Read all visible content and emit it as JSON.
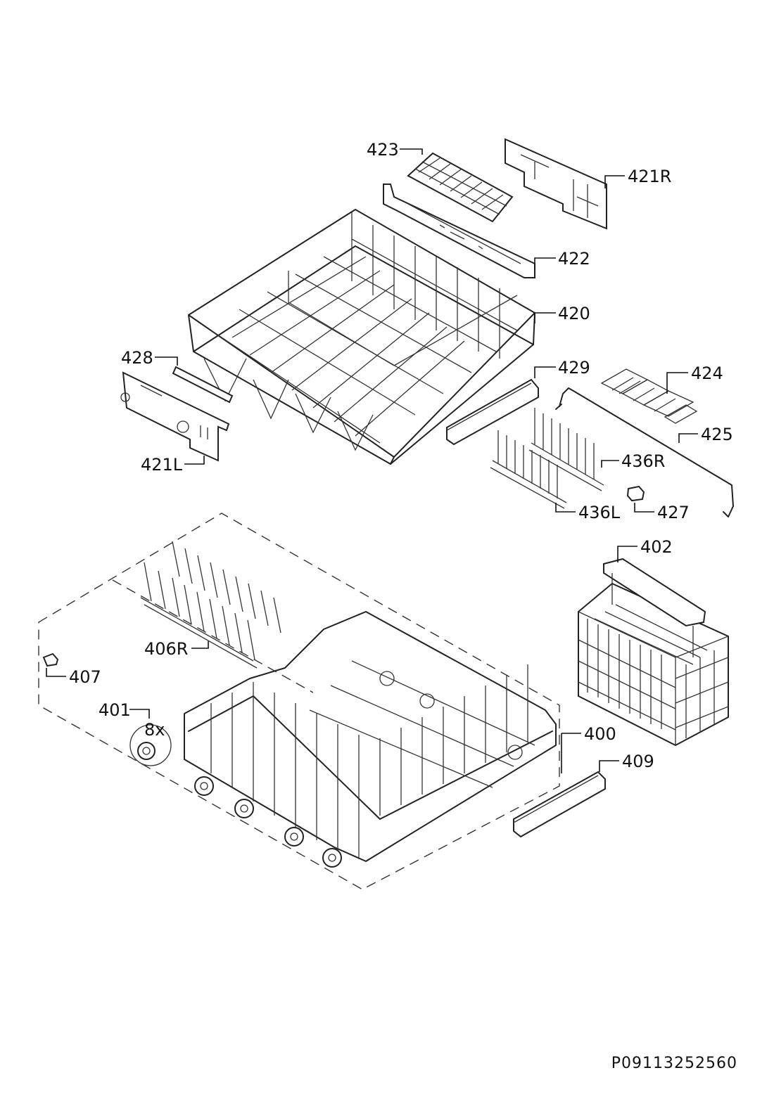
{
  "drawing_number": "P09113252560",
  "parts": {
    "p400": "400",
    "p401": "401",
    "p401_qty": "8x",
    "p402": "402",
    "p406R": "406R",
    "p407": "407",
    "p409": "409",
    "p420": "420",
    "p421L": "421L",
    "p421R": "421R",
    "p422": "422",
    "p423": "423",
    "p424": "424",
    "p425": "425",
    "p427": "427",
    "p428": "428",
    "p429": "429",
    "p436L": "436L",
    "p436R": "436R"
  }
}
